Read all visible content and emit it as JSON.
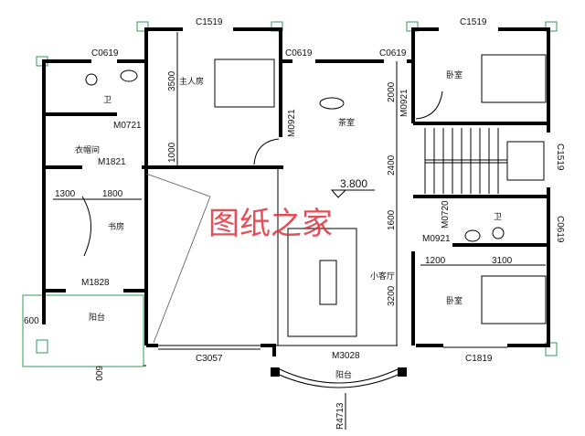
{
  "plan": {
    "elevation": "3.800",
    "watermark": "图纸之家",
    "rooms": {
      "master_bedroom": "主人房",
      "bath_left": "卫",
      "walk_in_closet": "衣帽间",
      "study": "书房",
      "balcony_left": "阳台",
      "tea_room": "茶室",
      "bedroom_top": "卧室",
      "bath_right": "卫",
      "small_living": "小客厅",
      "bedroom_bottom": "卧室",
      "balcony_front": "阳台"
    },
    "windows": {
      "c1519_master": "C1519",
      "c0619_bath": "C0619",
      "c0619_tea_left": "C0619",
      "c0619_tea_right": "C0619",
      "c1519_bedroom": "C1519",
      "c1519_stair": "C1519",
      "c0619_bath_right": "C0619",
      "c3057": "C3057",
      "c1819": "C1819"
    },
    "doors": {
      "m0721": "M0721",
      "m1821": "M1821",
      "m1828": "M1828",
      "m0921_master": "M0921",
      "m0921_bedroom": "M0921",
      "m0921_bottom": "M0921",
      "m0720": "M0720",
      "m3028": "M3028"
    },
    "dimensions": {
      "d3500": "3500",
      "d1000": "1000",
      "d1300": "1300",
      "d1800": "1800",
      "d600_h": "600",
      "d600_v": "600",
      "d2000": "2000",
      "d2400": "2400",
      "d1600": "1600",
      "d3200": "3200",
      "d1200": "1200",
      "d3100": "3100",
      "radius": "R4713"
    }
  }
}
